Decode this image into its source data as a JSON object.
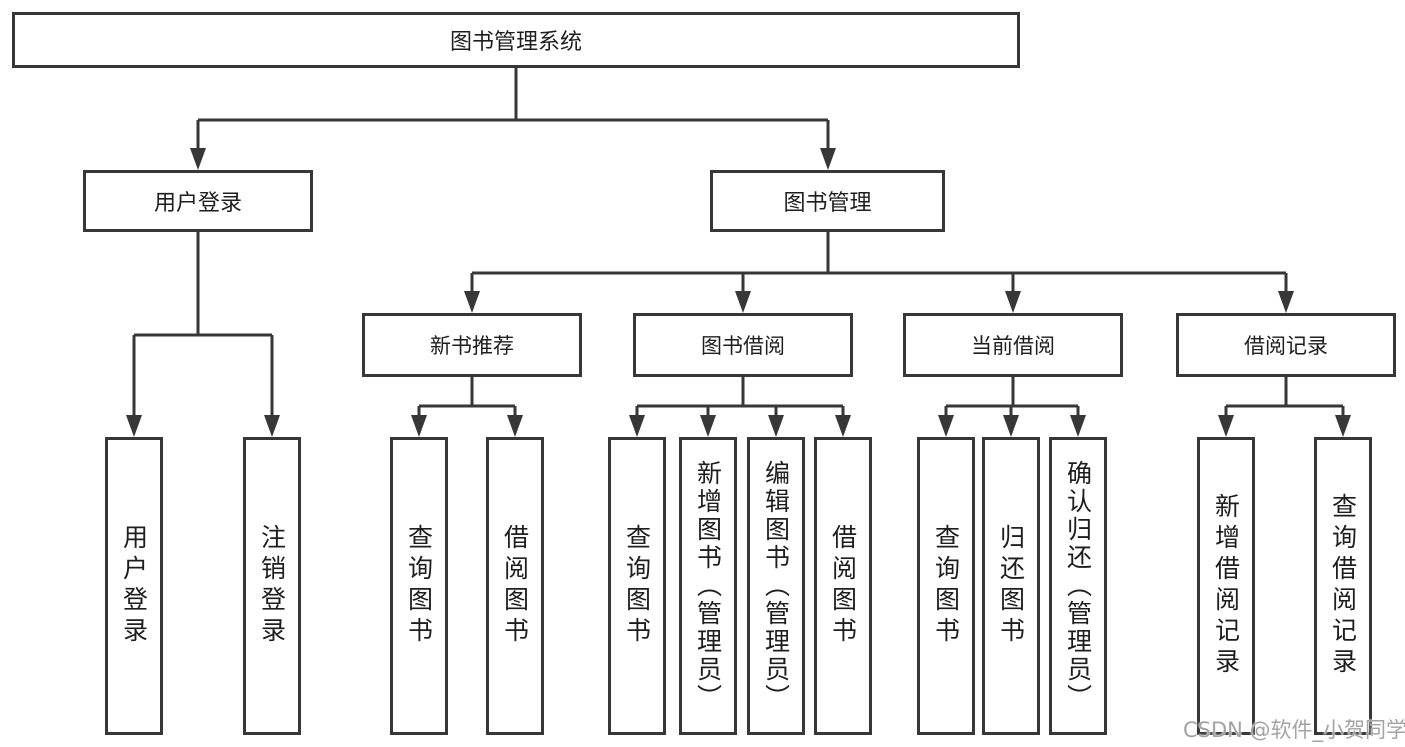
{
  "diagram": {
    "root": {
      "label": "图书管理系统"
    },
    "level2": [
      {
        "label": "用户登录"
      },
      {
        "label": "图书管理"
      }
    ],
    "level3": [
      {
        "label": "新书推荐"
      },
      {
        "label": "图书借阅"
      },
      {
        "label": "当前借阅"
      },
      {
        "label": "借阅记录"
      }
    ],
    "leaves": {
      "user_login": [
        {
          "label": "用户登录"
        },
        {
          "label": "注销登录"
        }
      ],
      "new_book": [
        {
          "label": "查询图书"
        },
        {
          "label": "借阅图书"
        }
      ],
      "book_borrow": [
        {
          "label": "查询图书"
        },
        {
          "label": "新增图书（管理员）"
        },
        {
          "label": "编辑图书（管理员）"
        },
        {
          "label": "借阅图书"
        }
      ],
      "current_borrow": [
        {
          "label": "查询图书"
        },
        {
          "label": "归还图书"
        },
        {
          "label": "确认归还（管理员）"
        }
      ],
      "borrow_record": [
        {
          "label": "新增借阅记录"
        },
        {
          "label": "查询借阅记录"
        }
      ]
    },
    "watermark": "CSDN @软件_小贺同学",
    "colors": {
      "line": "#373737",
      "text": "#1e1e1e",
      "background": "#ffffff",
      "watermark": "#a3a3a3"
    }
  }
}
